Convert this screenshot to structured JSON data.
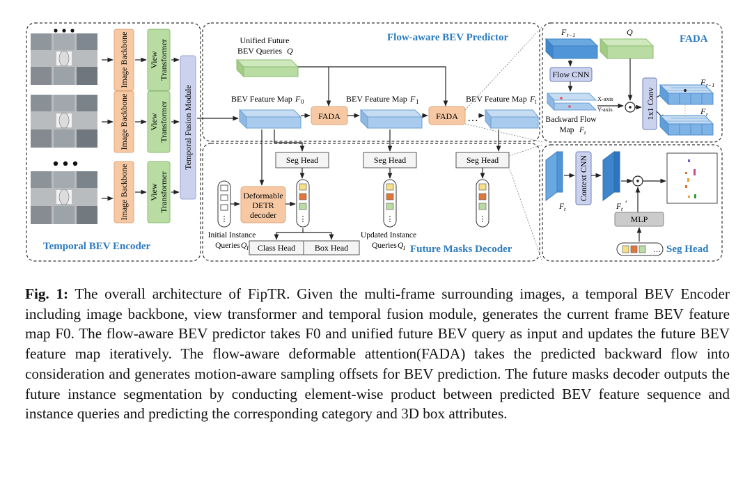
{
  "figure": {
    "encoder": {
      "title": "Temporal BEV Encoder",
      "backbone_label": "Image Backbone",
      "view_line1": "View",
      "view_line2": "Transformer",
      "fusion_label": "Temporal Fusion Module"
    },
    "predictor": {
      "title": "Flow-aware BEV Predictor",
      "query_line1": "Unified Future",
      "query_line2": "BEV Queries",
      "query_symbol": "Q",
      "feature_map_label": "BEV Feature Map",
      "f0_sub": "0",
      "f1_sub": "1",
      "ft_sub": "t",
      "fada_label": "FADA",
      "ellipsis": "…"
    },
    "decoder": {
      "title": "Future Masks Decoder",
      "seg_head": "Seg Head",
      "detr_line1": "Deformable",
      "detr_line2": "DETR",
      "detr_line3": "decoder",
      "initial_line1": "Initial Instance",
      "initial_line2": "Queries",
      "updated_line1": "Updated Instance",
      "updated_line2": "Queries",
      "class_head": "Class Head",
      "box_head": "Box Head"
    },
    "fada": {
      "title": "FADA",
      "ft1_sub": "t−1",
      "q_label": "Q",
      "flow_cnn": "Flow CNN",
      "x_axis": "X-axis",
      "y_axis": "Y-axis",
      "backward_line1": "Backward Flow",
      "backward_line2": "Map",
      "conv_label": "1x1 Conv",
      "ft_sub": "t"
    },
    "seghead": {
      "title": "Seg Head",
      "context_cnn": "Context CNN",
      "mlp": "MLP",
      "ft_label": "F",
      "ft_sub": "t",
      "ft_prime": "′"
    }
  },
  "caption": {
    "label": "Fig. 1:",
    "text": "The overall architecture of FipTR. Given the multi-frame surrounding images, a temporal BEV Encoder including image backbone, view transformer and temporal fusion module, generates the current frame BEV feature map F0. The flow-aware BEV predictor takes F0 and unified future BEV query as input and updates the future BEV feature map iteratively. The flow-aware deformable attention(FADA) takes the predicted backward flow into consideration and generates motion-aware sampling offsets for BEV prediction. The future masks decoder outputs the future instance segmentation by conducting element-wise product between predicted BEV feature sequence and instance queries and predicting the corresponding category and 3D box attributes."
  },
  "colors": {
    "blue_title": "#2b7bc0",
    "bev_blue": "#a9cbee",
    "green": "#b8dca2",
    "orange": "#f6c9a4",
    "lavender": "#cbd2ee"
  }
}
